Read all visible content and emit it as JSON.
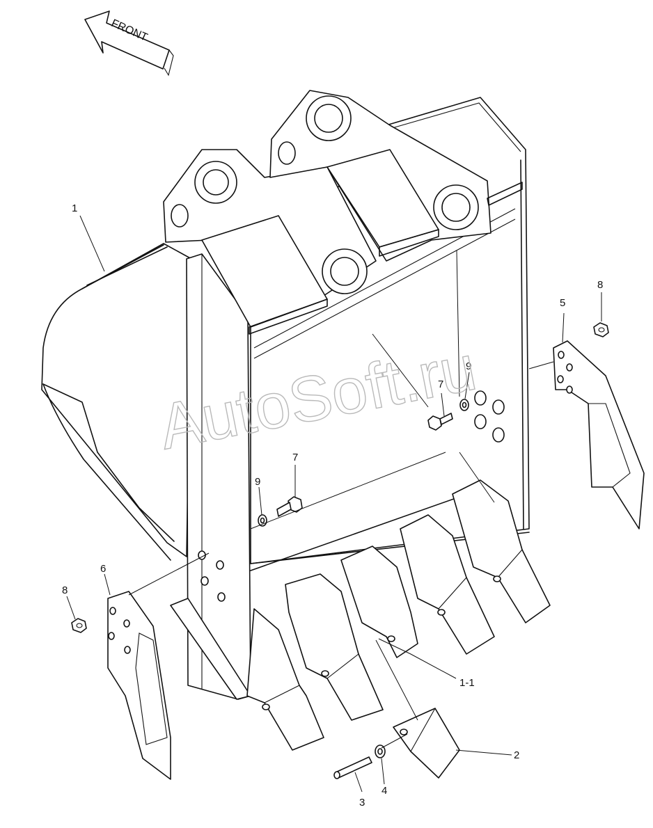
{
  "direction_arrow": {
    "label": "FRONT"
  },
  "watermark": {
    "text": "AutoSoft.ru"
  },
  "colors": {
    "line": "#111111",
    "background": "#ffffff",
    "watermark": "#b9b9b9"
  },
  "callouts": [
    {
      "id": "c1",
      "text": "1"
    },
    {
      "id": "c1-1",
      "text": "1-1"
    },
    {
      "id": "c2",
      "text": "2"
    },
    {
      "id": "c3",
      "text": "3"
    },
    {
      "id": "c4",
      "text": "4"
    },
    {
      "id": "c5",
      "text": "5"
    },
    {
      "id": "c6",
      "text": "6"
    },
    {
      "id": "c7a",
      "text": "7"
    },
    {
      "id": "c7b",
      "text": "7"
    },
    {
      "id": "c8a",
      "text": "8"
    },
    {
      "id": "c8b",
      "text": "8"
    },
    {
      "id": "c9a",
      "text": "9"
    },
    {
      "id": "c9b",
      "text": "9"
    }
  ]
}
